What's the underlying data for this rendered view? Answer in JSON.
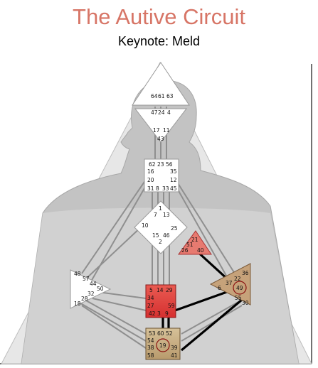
{
  "title": "The Autive Circuit",
  "keynote": "Keynote: Meld",
  "colors": {
    "title": "#d77566",
    "body_fill": "#e4e4e4",
    "body_silhouette": "#b9b9b9",
    "centre_white": "#ffffff",
    "root_sacral_fill": "#c9ae86",
    "active_red": "#e0514a",
    "active_red_light": "#f0a09c",
    "triangle_tan": "#c8a47d",
    "circle_red": "#8b1010",
    "channel_black": "#000000",
    "channel_grey": "#9a9a9a",
    "frame": "#444444"
  },
  "centres": {
    "head": [
      "64",
      "61",
      "63"
    ],
    "ajna": [
      "47",
      "24",
      "4",
      "17",
      "11",
      "43"
    ],
    "throat": [
      "62",
      "23",
      "56",
      "16",
      "35",
      "20",
      "12",
      "31",
      "8",
      "33",
      "45"
    ],
    "g": [
      "1",
      "7",
      "13",
      "10",
      "25",
      "15",
      "46",
      "2"
    ],
    "heart": [
      "21",
      "51",
      "26",
      "40"
    ],
    "spleen": [
      "48",
      "57",
      "44",
      "50",
      "32",
      "28",
      "18"
    ],
    "solar_plexus": [
      "36",
      "22",
      "37",
      "6",
      "49",
      "55",
      "30"
    ],
    "sacral": [
      "5",
      "14",
      "29",
      "34",
      "27",
      "59",
      "42",
      "3",
      "9"
    ],
    "root": [
      "53",
      "60",
      "52",
      "54",
      "19",
      "38",
      "39",
      "58",
      "41"
    ]
  }
}
